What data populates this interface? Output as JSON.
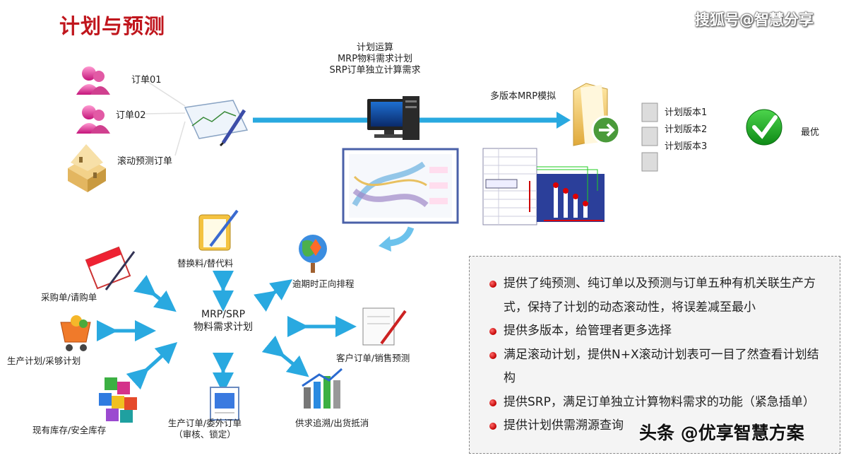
{
  "title": "计划与预测",
  "watermark_top": "搜狐号@智慧分享",
  "watermark_bottom": "头条 @优享智慧方案",
  "top_flow": {
    "orders": [
      "订单01",
      "订单02",
      "滚动预测订单"
    ],
    "calc_lines": [
      "计划运算",
      "MRP物料需求计划",
      "SRP订单独立计算需求"
    ],
    "simulation_label": "多版本MRP模拟",
    "versions": [
      "计划版本1",
      "计划版本2",
      "计划版本3"
    ],
    "best_label": "最优"
  },
  "hub": {
    "line1": "MRP/SRP",
    "line2": "物料需求计划",
    "nodes": {
      "substitute": "替换料/替代料",
      "reschedule": "逾期时正向排程",
      "purchase": "采购单/请购单",
      "customer": "客户订单/销售预测",
      "production_plan": "生产计划/采够计划",
      "inventory": "现有库存/安全库存",
      "prod_order": "生产订单/委外订单",
      "prod_order_note": "（审核、锁定）",
      "supply_trace": "供求追溯/出货抵消"
    }
  },
  "features": [
    "提供了纯预测、纯订单以及预测与订单五种有机关联生产方式，保持了计划的动态滚动性，将误差减至最小",
    "提供多版本，给管理者更多选择",
    "满足滚动计划，提供N+X滚动计划表可一目了然查看计划结构",
    "提供SRP，满足订单独立计算物料需求的功能（紧急插单）",
    "提供计划供需溯源查询"
  ],
  "colors": {
    "title": "#c0161d",
    "arrow": "#29a9e0",
    "bullet": "#c00000"
  }
}
